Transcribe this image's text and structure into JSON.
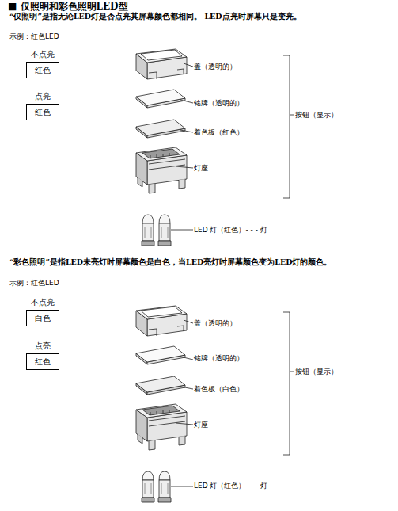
{
  "diagram": {
    "title": "■ 仅照明和彩色照明LED型",
    "nodes": [
      {
        "text": [
          "不点亮",
          "红色"
        ]
      },
      {
        "text": [
          "点亮",
          "红色"
        ]
      },
      {
        "text": [
          "不点亮",
          "白色"
        ]
      },
      {
        "text": [
          "点亮",
          "红色"
        ]
      }
    ],
    "labels": [
      "“仅照明”是指无论LED灯是否点亮其屏幕颜色都相同。 LED点亮时屏幕只是变亮。",
      "示例：红色LED",
      "盖（透明的）",
      "铭牌（透明的）",
      "着色板（红色）",
      "按钮（显示）",
      "灯座",
      "LED 灯（红色）- - - 灯",
      "“彩色照明”是指LED未亮灯时屏幕颜色是白色，当LED亮灯时屏幕颜色变为LED灯的颜色。",
      "示例：红色LED",
      "盖（透明的）",
      "铭牌（透明的）",
      "着色板（白色）",
      "按钮（显示）",
      "灯座",
      "LED 灯（红色）- - - 灯"
    ]
  }
}
